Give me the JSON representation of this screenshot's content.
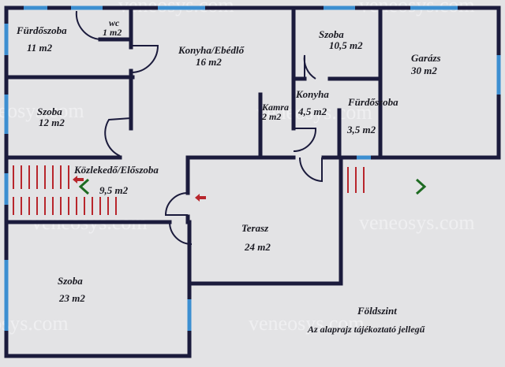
{
  "watermark": "veneosys.com",
  "rooms": [
    {
      "name": "Fürdőszoba",
      "area": "11 m2"
    },
    {
      "name": "wc",
      "area": "1 m2"
    },
    {
      "name": "Konyha/Ebédlő",
      "area": "16 m2"
    },
    {
      "name": "Szoba",
      "area": "10,5 m2"
    },
    {
      "name": "Garázs",
      "area": "30 m2"
    },
    {
      "name": "Szoba",
      "area": "12 m2"
    },
    {
      "name": "Kamra",
      "area": "2 m2"
    },
    {
      "name": "Konyha",
      "area": "4,5 m2"
    },
    {
      "name": "Fürdőszoba",
      "area": "3,5 m2"
    },
    {
      "name": "Közlekedő/Előszoba",
      "area": "9,5 m2"
    },
    {
      "name": "Terasz",
      "area": "24 m2"
    },
    {
      "name": "Szoba",
      "area": "23 m2"
    }
  ],
  "footer": {
    "level": "Földszint",
    "note": "Az alaprajz tájékoztató jellegű"
  },
  "colors": {
    "wall": "#1b1b3c",
    "window": "#3d8fd1",
    "stairs": "#b8262c",
    "arrow_green": "#1e6b22",
    "background": "#e3e3e5"
  }
}
